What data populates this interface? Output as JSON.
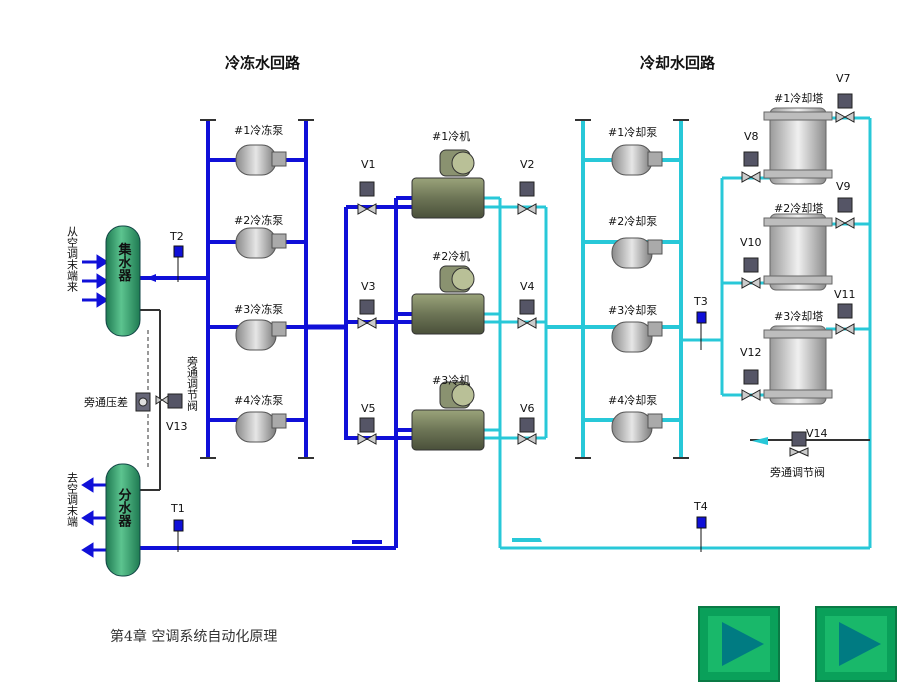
{
  "titles": {
    "chilled": "冷冻水回路",
    "cooling": "冷却水回路"
  },
  "vessels": {
    "collector": "集水器",
    "distributor": "分水器",
    "from_terminal": "从空调末端来",
    "to_terminal": "去空调末端"
  },
  "pumps_chilled": [
    "#1冷冻泵",
    "#2冷冻泵",
    "#3冷冻泵",
    "#4冷冻泵"
  ],
  "chillers": [
    "#1冷机",
    "#2冷机",
    "#3冷机"
  ],
  "pumps_cooling": [
    "#1冷却泵",
    "#2冷却泵",
    "#3冷却泵",
    "#4冷却泵"
  ],
  "towers": [
    "#1冷却塔",
    "#2冷却塔",
    "#3冷却塔"
  ],
  "valves": {
    "v1": "V1",
    "v2": "V2",
    "v3": "V3",
    "v4": "V4",
    "v5": "V5",
    "v6": "V6",
    "v7": "V7",
    "v8": "V8",
    "v9": "V9",
    "v10": "V10",
    "v11": "V11",
    "v12": "V12",
    "v13": "V13",
    "v14": "V14"
  },
  "sensors": {
    "t1": "T1",
    "t2": "T2",
    "t3": "T3",
    "t4": "T4"
  },
  "bypass": {
    "diff_pressure": "旁通压差",
    "bypass_valve_vertical": "旁通调节阀",
    "tower_bypass_valve": "旁通调节阀"
  },
  "footer": {
    "text": "第4章 空调系统自动化原理"
  },
  "nav": {
    "prev": "next-slide",
    "next": "last-slide"
  },
  "colors": {
    "chilled_pipe": "#1010d8",
    "cooling_pipe": "#28c8d8",
    "vessel": "#2f9a6a",
    "button": "#0aa05a"
  }
}
